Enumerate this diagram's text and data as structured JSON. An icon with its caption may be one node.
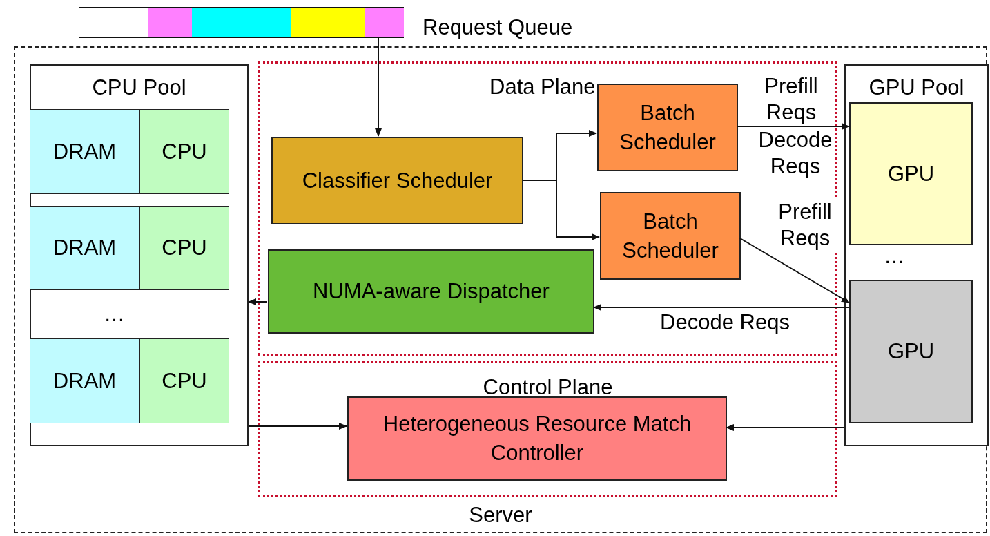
{
  "diagram": {
    "nodes": [
      {
        "text": [],
        "shape": "bar",
        "beside": [
          "Request Queue"
        ]
      },
      {
        "text": [
          "Server"
        ]
      },
      {
        "text": [
          "CPU Pool"
        ],
        "in": 1
      },
      {
        "text": [
          "DRAM"
        ],
        "in": 2
      },
      {
        "text": [
          "CPU"
        ],
        "in": 2
      },
      {
        "text": [
          "DRAM"
        ],
        "in": 2
      },
      {
        "text": [
          "CPU"
        ],
        "in": 2
      },
      {
        "text": [
          "DRAM"
        ],
        "in": 2
      },
      {
        "text": [
          "CPU"
        ],
        "in": 2
      },
      {
        "text": [
          "Data Plane"
        ],
        "in": 1
      },
      {
        "text": [
          "Classifier Scheduler"
        ],
        "in": 9
      },
      {
        "text": [
          "Batch Scheduler"
        ],
        "in": 9
      },
      {
        "text": [
          "Batch Scheduler"
        ],
        "in": 9
      },
      {
        "text": [
          "NUMA-aware Dispatcher"
        ],
        "in": 9
      },
      {
        "text": [
          "GPU Pool"
        ],
        "in": 1
      },
      {
        "text": [
          "GPU"
        ],
        "in": 14
      },
      {
        "text": [
          "GPU"
        ],
        "in": 14
      },
      {
        "text": [
          "Control Plane"
        ],
        "in": 1
      },
      {
        "text": [
          "Heterogeneous Resource Match Controller"
        ],
        "in": 17
      }
    ],
    "edges": [
      {
        "from": 0,
        "to": 10,
        "arrow": "to"
      },
      {
        "from": 10,
        "to": 11,
        "arrow": "to"
      },
      {
        "from": 10,
        "to": 12,
        "arrow": "to"
      },
      {
        "from": 11,
        "to": 15,
        "arrow": "to",
        "label": "Prefill Reqs"
      },
      {
        "from": 12,
        "to": 16,
        "arrow": "to",
        "label": "Prefill Reqs"
      },
      {
        "from": 16,
        "to": 13,
        "arrow": "to",
        "label": "Decode Reqs"
      },
      {
        "from": 13,
        "to": 2,
        "arrow": "to"
      },
      {
        "from": 2,
        "to": 18,
        "arrow": "to"
      },
      {
        "from": 14,
        "to": 18,
        "arrow": "to"
      }
    ],
    "labels": [
      "…",
      "Decode Reqs",
      "…"
    ]
  }
}
